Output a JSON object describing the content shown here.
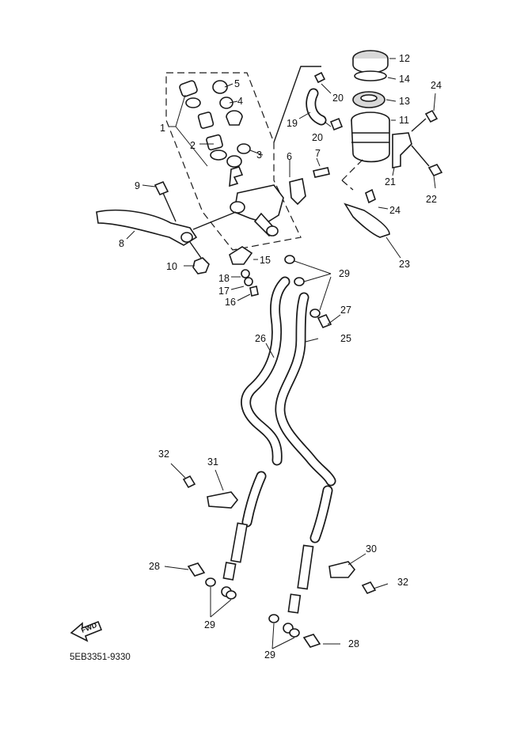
{
  "diagram": {
    "drawing_code": "5EB3351-9330",
    "direction_label": "FWD",
    "callouts": [
      "1",
      "2",
      "3",
      "4",
      "5",
      "6",
      "7",
      "8",
      "9",
      "10",
      "11",
      "12",
      "13",
      "14",
      "15",
      "16",
      "17",
      "18",
      "19",
      "20",
      "20",
      "21",
      "22",
      "23",
      "24",
      "24",
      "25",
      "26",
      "27",
      "28",
      "28",
      "29",
      "29",
      "29",
      "30",
      "31",
      "32",
      "32"
    ]
  }
}
